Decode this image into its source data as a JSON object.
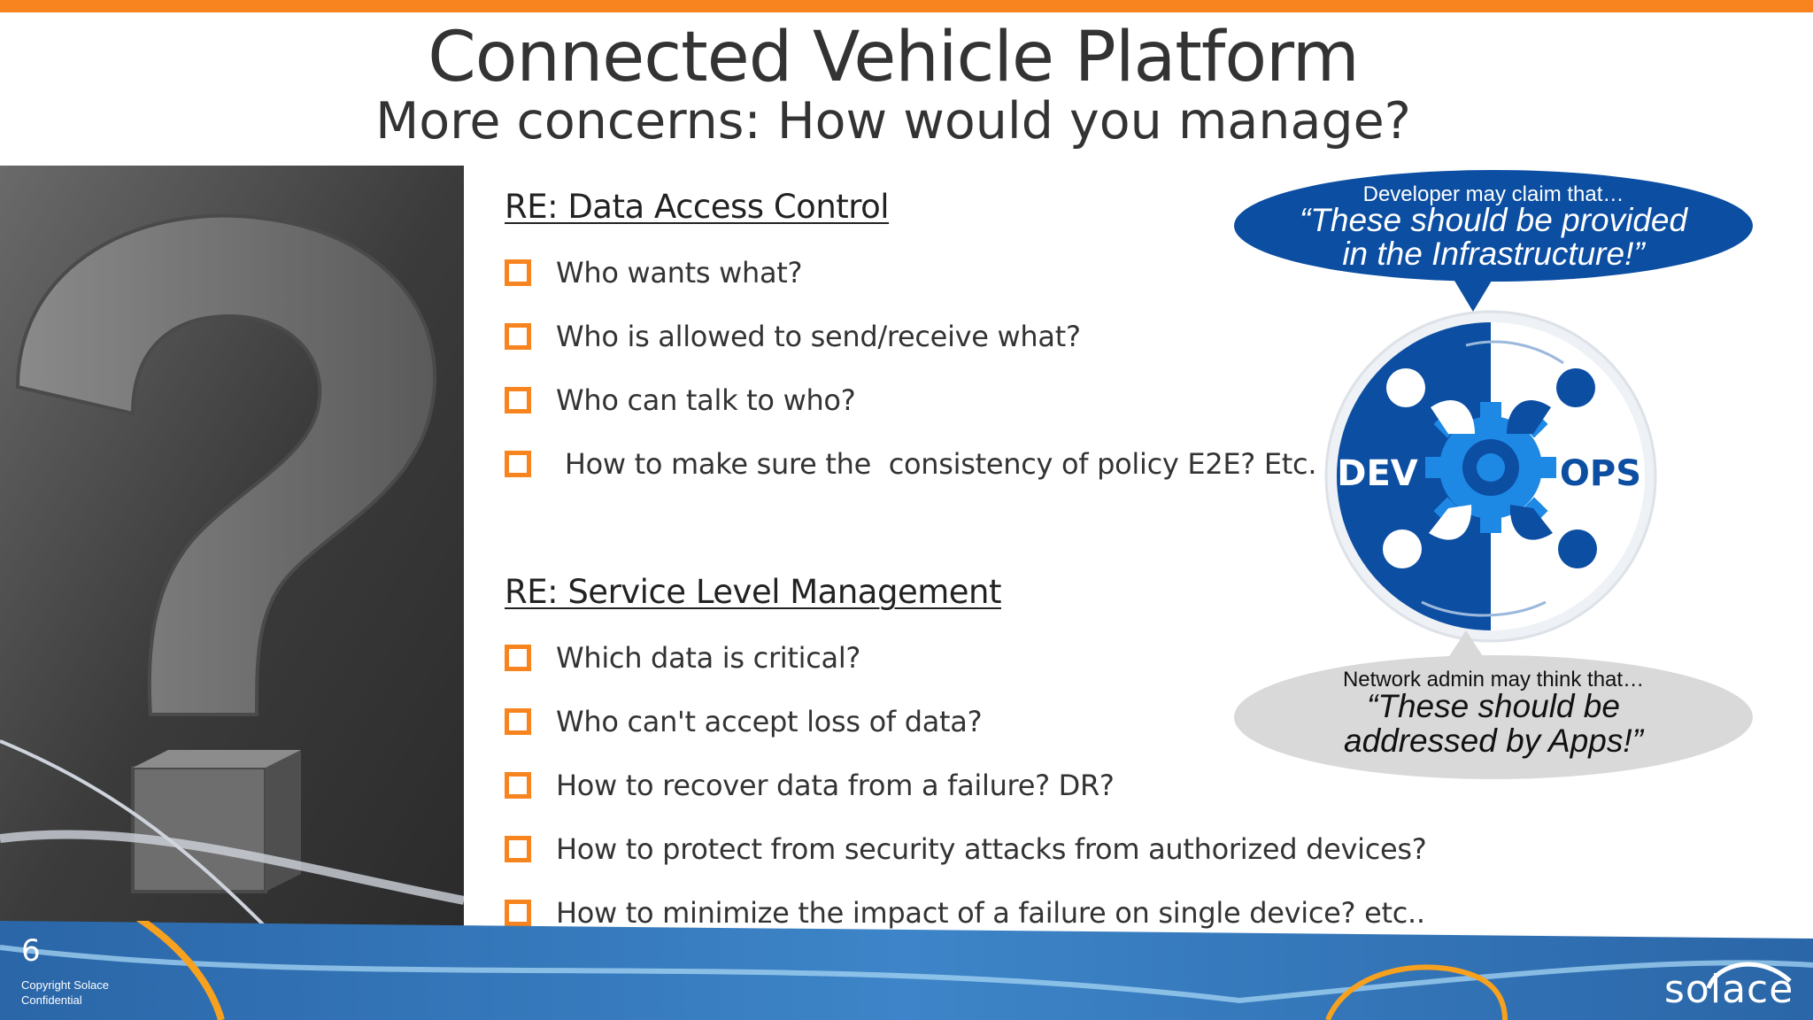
{
  "slide": {
    "title": "Connected Vehicle Platform",
    "subtitle": "More concerns: How would you manage?",
    "page_number": "6",
    "copyright": "Copyright Solace Confidential",
    "logo_text": "solace"
  },
  "sections": [
    {
      "heading": "RE: Data Access Control",
      "items": [
        "Who wants what?",
        "Who is allowed to send/receive what?",
        "Who can talk to who?",
        " How to make sure the  consistency of policy E2E? Etc."
      ]
    },
    {
      "heading": "RE: Service Level Management",
      "items": [
        "Which data is critical?",
        "Who can't accept loss of data?",
        "How to recover data from a failure? DR?",
        "How to protect from security attacks from authorized devices?",
        "How to minimize the impact of a failure on single device? etc.."
      ]
    }
  ],
  "developer_bubble": {
    "lead": "Developer may claim that…",
    "quote_line1": "“These should be provided",
    "quote_line2": "in the Infrastructure!”"
  },
  "network_bubble": {
    "lead": "Network admin may think that…",
    "quote_line1": "“These should be",
    "quote_line2": "addressed by Apps!”"
  },
  "devops_graphic": {
    "left_label": "DEV",
    "right_label": "OPS"
  },
  "colors": {
    "accent_orange": "#F7841E",
    "dev_blue": "#0B4EA2",
    "bubble_gray": "#D9D9D9",
    "footer_blue": "#2E6FB0"
  },
  "icons": {
    "bullet": "orange-hollow-square",
    "background": "question-mark",
    "logo": "solace-logo"
  }
}
